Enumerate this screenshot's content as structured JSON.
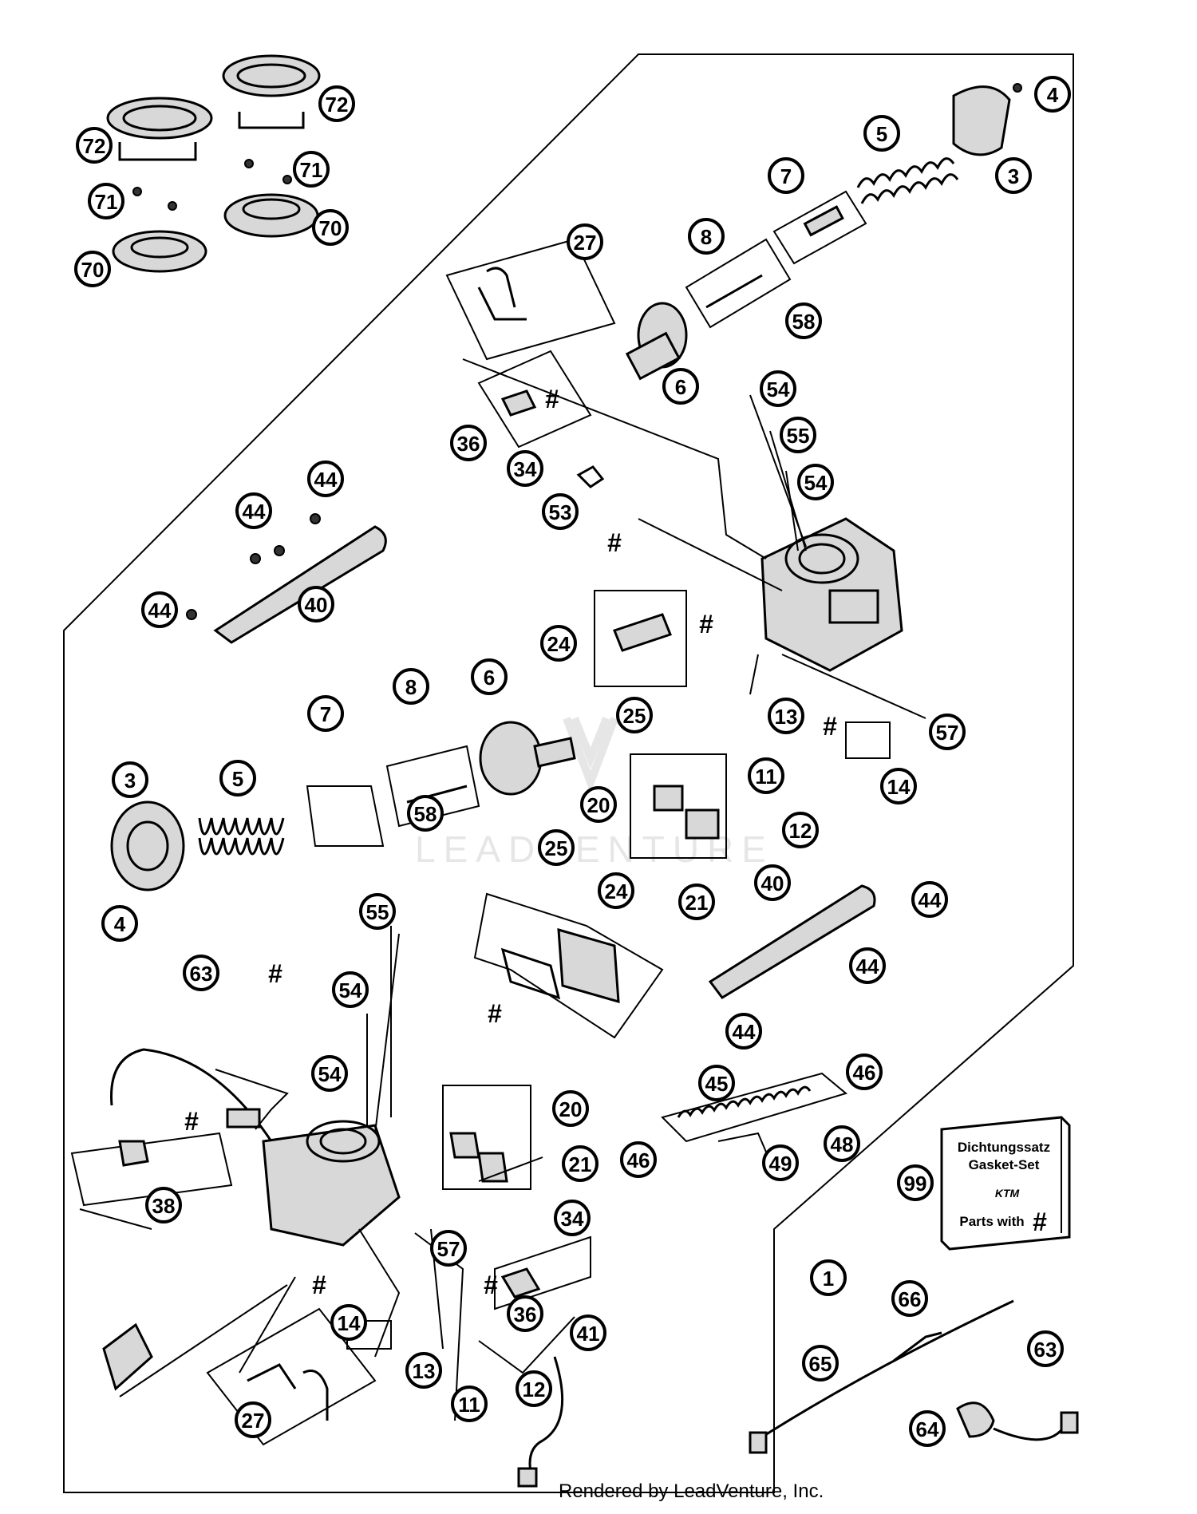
{
  "watermark": "LEADVENTURE",
  "footer": "Rendered by LeadVenture, Inc.",
  "gasket_box": {
    "line1": "Dichtungssatz",
    "line2": "Gasket-Set",
    "brand": "KTM",
    "line3": "Parts with",
    "hash": "#"
  },
  "hash_symbol": "#",
  "callouts": [
    "72",
    "72",
    "71",
    "71",
    "70",
    "70",
    "4",
    "3",
    "5",
    "7",
    "8",
    "58",
    "6",
    "27",
    "36",
    "34",
    "53",
    "54",
    "55",
    "54",
    "44",
    "44",
    "44",
    "40",
    "24",
    "25",
    "13",
    "57",
    "14",
    "11",
    "12",
    "20",
    "21",
    "7",
    "8",
    "6",
    "3",
    "5",
    "58",
    "4",
    "55",
    "63",
    "54",
    "54",
    "25",
    "24",
    "40",
    "44",
    "44",
    "44",
    "38",
    "20",
    "21",
    "45",
    "46",
    "46",
    "48",
    "49",
    "99",
    "34",
    "57",
    "36",
    "14",
    "1",
    "41",
    "66",
    "63",
    "65",
    "13",
    "11",
    "12",
    "27",
    "64"
  ]
}
